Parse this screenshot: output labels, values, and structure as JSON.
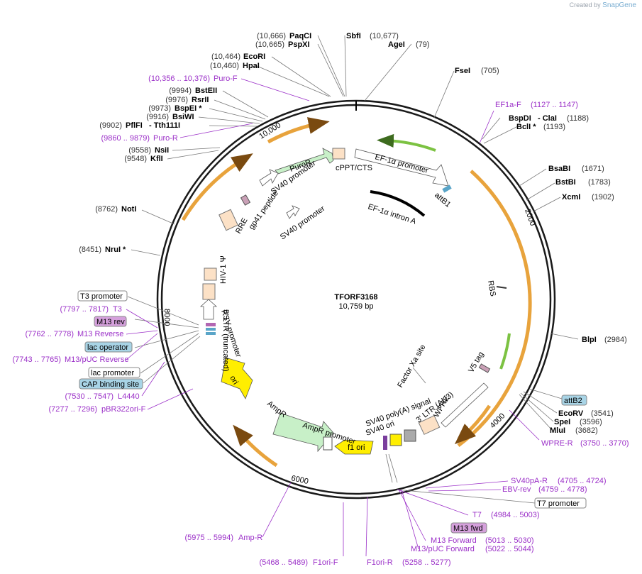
{
  "brand": {
    "created_by": "Created by",
    "name": "SnapGene"
  },
  "plasmid": {
    "name": "TFORF3168",
    "length": "10,759 bp"
  },
  "ticks": [
    "10,000",
    "2000",
    "4000",
    "6000",
    "8000"
  ],
  "sites": [
    {
      "name": "PaqCI",
      "pos": "(10,666)"
    },
    {
      "name": "PspXI",
      "pos": "(10,665)"
    },
    {
      "name": "SbfI",
      "pos": "(10,677)"
    },
    {
      "name": "AgeI",
      "pos": "(79)"
    },
    {
      "name": "EcoRI",
      "pos": "(10,464)"
    },
    {
      "name": "HpaI",
      "pos": "(10,460)"
    },
    {
      "name": "FseI",
      "pos": "(705)"
    },
    {
      "name": "BstEII",
      "pos": "(9994)"
    },
    {
      "name": "RsrII",
      "pos": "(9976)"
    },
    {
      "name": "BspEI *",
      "pos": "(9973)"
    },
    {
      "name": "BsiWI",
      "pos": "(9916)"
    },
    {
      "name": "PflFI",
      "pos": "(9902)",
      "extra": "- Tth111I"
    },
    {
      "name": "BspDI",
      "pos": "(1188)",
      "extra": "- ClaI"
    },
    {
      "name": "BclI *",
      "pos": "(1193)"
    },
    {
      "name": "NsiI",
      "pos": "(9558)"
    },
    {
      "name": "KflI",
      "pos": "(9548)"
    },
    {
      "name": "BsaBI",
      "pos": "(1671)"
    },
    {
      "name": "BstBI",
      "pos": "(1783)"
    },
    {
      "name": "XcmI",
      "pos": "(1902)"
    },
    {
      "name": "NotI",
      "pos": "(8762)"
    },
    {
      "name": "NruI *",
      "pos": "(8451)"
    },
    {
      "name": "BlpI",
      "pos": "(2984)"
    },
    {
      "name": "EcoRV",
      "pos": "(3541)"
    },
    {
      "name": "SpeI",
      "pos": "(3596)"
    },
    {
      "name": "MluI",
      "pos": "(3682)"
    }
  ],
  "primers": [
    {
      "name": "Puro-F",
      "pos": "(10,356 .. 10,376)"
    },
    {
      "name": "Puro-R",
      "pos": "(9860 .. 9879)"
    },
    {
      "name": "EF1a-F",
      "pos": "(1127 .. 1147)"
    },
    {
      "name": "T3",
      "pos": "(7797 .. 7817)"
    },
    {
      "name": "M13 Reverse",
      "pos": "(7762 .. 7778)"
    },
    {
      "name": "M13/pUC Reverse",
      "pos": "(7743 .. 7765)"
    },
    {
      "name": "L4440",
      "pos": "(7530 .. 7547)"
    },
    {
      "name": "pBR322ori-F",
      "pos": "(7277 .. 7296)"
    },
    {
      "name": "WPRE-R",
      "pos": "(3750 .. 3770)"
    },
    {
      "name": "SV40pA-R",
      "pos": "(4705 .. 4724)"
    },
    {
      "name": "EBV-rev",
      "pos": "(4759 .. 4778)"
    },
    {
      "name": "T7",
      "pos": "(4984 .. 5003)"
    },
    {
      "name": "M13 Forward",
      "pos": "(5013 .. 5030)"
    },
    {
      "name": "M13/pUC Forward",
      "pos": "(5022 .. 5044)"
    },
    {
      "name": "Amp-R",
      "pos": "(5975 .. 5994)"
    },
    {
      "name": "F1ori-F",
      "pos": "(5468 .. 5489)"
    },
    {
      "name": "F1ori-R",
      "pos": "(5258 .. 5277)"
    }
  ],
  "boxed": [
    "T3 promoter",
    "M13 rev",
    "lac operator",
    "lac promoter",
    "CAP binding site",
    "attB2",
    "T7 promoter",
    "M13 fwd"
  ],
  "features": [
    "PuroR",
    "cPPT/CTS",
    "EF-1α promoter",
    "attB1",
    "EF-1α intron A",
    "SV40 promoter",
    "SV40 promoter",
    "gp41 peptide",
    "RRE",
    "HIV-1 Ψ",
    "5' LTR (truncated)",
    "RSV promoter",
    "RBS",
    "V5 tag",
    "Factor Xa site",
    "WPRE",
    "3' LTR (ΔU3)",
    "SV40 poly(A) signal",
    "SV40 ori",
    "f1 ori",
    "AmpR promoter",
    "AmpR",
    "ori"
  ],
  "colors": {
    "backbone": "#1a1a1a",
    "site": "#000000",
    "primer": "#9b30c8",
    "orange_arc": "#e8a33c",
    "green_arc": "#7cc242",
    "purpose_box": "#a8d4e6"
  }
}
